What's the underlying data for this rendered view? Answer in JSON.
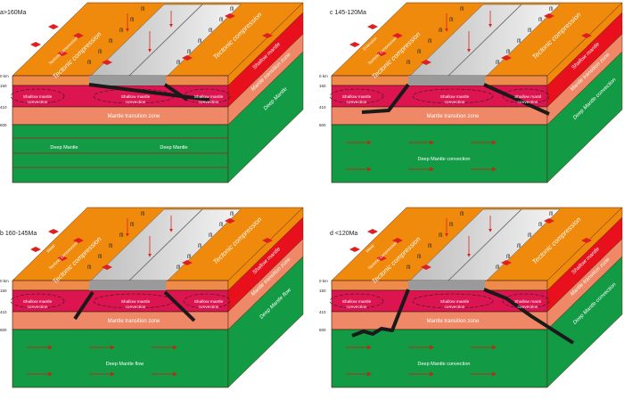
{
  "depth_labels": [
    "0 km",
    "150",
    "410",
    "600"
  ],
  "colors": {
    "crust_top": "#ef8a0c",
    "crust_front": "#ee8a4a",
    "shallow_front": "#dc1450",
    "shallow_side": "#e8101c",
    "transition": "#ee8866",
    "deep": "#129a45",
    "slab": "#1a1a1a",
    "arrow": "#e02020"
  },
  "panels": [
    {
      "id": "a",
      "title": "a>160Ma",
      "top_labels_left": [
        "Tectonic compression",
        "Tectonic compression"
      ],
      "top_label_right": "Tectonic compression",
      "side_labels": [
        "Shallow mantle",
        "Mantle transition zone",
        "Deep Mantle"
      ],
      "convection_labels": [
        [
          "Shallow mantle",
          "convection"
        ],
        [
          "Shallow mantle",
          "convection"
        ],
        [
          "Shallow mantle",
          "convection"
        ]
      ],
      "transition_label": "Mantle transition zone",
      "deep_labels": [
        "Deep Mantle",
        "Deep Mantle"
      ]
    },
    {
      "id": "c",
      "title": "c 145-120Ma",
      "top_labels_left": [
        "Extension",
        "Tectonic compression",
        "Tectonic compression"
      ],
      "top_label_right": "Tectonic compression",
      "side_labels": [
        "Shallow mantle",
        "Mantle transition zone",
        "Deep Mantle convection"
      ],
      "convection_labels": [
        [
          "Shallow mantle",
          "convection"
        ],
        [
          "Shallow mantle",
          "convection"
        ],
        [
          "Shallow mantl",
          "convection"
        ]
      ],
      "transition_label": "Mantle transition zone",
      "deep_labels": [
        "Deep Mantle convection"
      ]
    },
    {
      "id": "b",
      "title": "b 160-145Ma",
      "top_labels_left": [
        "Weak",
        "Tectonic compression",
        "Tectonic compression"
      ],
      "top_label_right": "Tectonic compression",
      "side_labels": [
        "Shallow mantle",
        "Mantle transition zone",
        "Deep Mantle flow"
      ],
      "convection_labels": [
        [
          "Shallow mantle",
          "convection"
        ],
        [
          "Shallow mantle",
          "convection"
        ],
        [
          "Shallow mantle",
          "convection"
        ]
      ],
      "transition_label": "Mantle transition zone",
      "deep_labels": [
        "Deep Mantle flow"
      ]
    },
    {
      "id": "d",
      "title": "d <120Ma",
      "top_labels_left": [
        "Weak",
        "Tectonic compression",
        "Tectonic compression"
      ],
      "top_label_right": "Tectonic compression",
      "side_labels": [
        "Shallow mantle",
        "Mantle transition zone",
        "Deep Mantle convection"
      ],
      "convection_labels": [
        [
          "Shallow mantle",
          "convection"
        ],
        [
          "Shallow mantle",
          "convection"
        ],
        [
          "Shallow manti",
          "convection"
        ]
      ],
      "transition_label": "Mantle transition zone",
      "deep_labels": [
        "Deep Mantle convection"
      ]
    }
  ]
}
